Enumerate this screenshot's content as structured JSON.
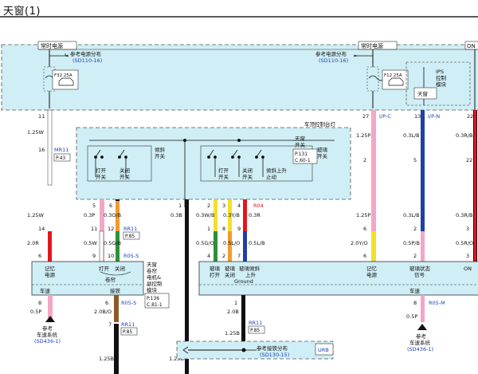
{
  "title": "天窗(1)",
  "colors": {
    "zone_fill": "#cfeef5",
    "pink": "#f4a6c6",
    "brown": "#8b5a2b",
    "orange": "#f39a2e",
    "green": "#2f8f3a",
    "red": "#e0181b",
    "yellow": "#f2e02a",
    "blue": "#1f3fa8",
    "black": "#111111",
    "label_blue": "#1a3fb8",
    "label_red": "#d11111"
  },
  "power": {
    "left": {
      "tag": "常时电源",
      "ref_l1": "参考电源分布",
      "ref_l2": "(SD110-16)",
      "fuse": "F32 25A"
    },
    "mid": {
      "tag": "常时电源",
      "ref_l1": "参考电源分布",
      "ref_l2": "(SD110-16)",
      "fuse": "F12 25A"
    },
    "right": {
      "tag": "ON"
    },
    "ips": {
      "l1": "IPS",
      "l2": "控制",
      "l3": "模块"
    },
    "relay": "天窗"
  },
  "upper": {
    "pins": {
      "w11": "11",
      "w27": "27",
      "w13": "13",
      "w22": "22"
    },
    "codes": {
      "ip_c": "I/P-C",
      "ip_n": "I/P-N"
    },
    "gauges": {
      "g1": "1.25W",
      "g2": "1.25P",
      "g3": "0.3L/B",
      "g4": "0.3R/B"
    },
    "low_pins": {
      "p16": "16",
      "p2": "2",
      "p5": "5",
      "p22": "22"
    },
    "mr11": "MR11",
    "p43": "P.43"
  },
  "lamp": {
    "title": "车顶控制台灯",
    "tilt_l1": "倾斜",
    "tilt_l2": "开关",
    "open_l1": "打开",
    "open_l2": "开关",
    "close_l1": "关闭",
    "close_l2": "开关",
    "sun_l1": "天窗",
    "sun_l2": "开关",
    "sun_p1": "P.131",
    "sun_p2": "C.60-1",
    "glass_l1": "玻璃",
    "glass_l2": "开关",
    "gopen_l1": "打开",
    "gopen_l2": "开关",
    "gclose_l1": "关闭",
    "gclose_l2": "开关",
    "gstop_l1": "倾斜上升",
    "gstop_l2": "止动"
  },
  "mid_wires": {
    "pins_top": {
      "p5": "5",
      "p6": "6",
      "p1": "1",
      "p2": "2",
      "p3": "3",
      "p4": "4"
    },
    "gauges_top": {
      "g1": "0.3P",
      "g2": "0.3O/B",
      "g3": "0.3B",
      "g4": "0.3W/B",
      "g5": "0.3Y/B",
      "g6": "0.3R"
    },
    "r04": "R04",
    "rr11": "RR11",
    "p85": "P.85",
    "pins_a": {
      "p14": "14",
      "p11": "11",
      "p12": "12",
      "p1": "1",
      "p8": "8",
      "p9": "9",
      "p10": "10"
    },
    "gauges_a": {
      "g1": "1.25W",
      "g2": "0.5W",
      "g3": "0.5G/B",
      "g4": "0.5G/O",
      "g5": "0.5L/O",
      "g6": "0.5L/B",
      "g7": "1.25P",
      "g8": "0.3L/B",
      "g9": "0.3R/B"
    },
    "g20r": "2.0R",
    "pins_b": {
      "p6": "6",
      "p9": "9",
      "p10": "10",
      "p4": "4",
      "p2": "2",
      "p7": "7",
      "p3": "3",
      "p6b": "6"
    },
    "r05s": "R05-S",
    "right": {
      "p6": "6",
      "p2": "2",
      "p3": "3",
      "g1": "2.0Y/O",
      "g2": "0.5P/B",
      "g3": "0.5R/O",
      "p6b": "6",
      "p2b": "2",
      "p3b": "3"
    }
  },
  "module": {
    "mem_l1": "记忆",
    "mem_l2": "电源",
    "open": "打开",
    "close": "关闭",
    "spring": "卷帘",
    "speed": "车速",
    "gnd": "接铁",
    "desc_l1": "天窗",
    "desc_l2": "卷帘",
    "desc_l3": "电机&",
    "desc_l4": "副控制",
    "desc_l5": "模块",
    "desc_p1": "P.136",
    "desc_p2": "C.81-1"
  },
  "module2": {
    "go_l1": "玻璃",
    "go_l2": "打开",
    "gc_l1": "玻璃",
    "gc_l2": "关闭",
    "gt_l1": "玻璃倾斜",
    "gt_l2": "上升",
    "mem_l1": "记忆",
    "mem_l2": "电源",
    "st_l1": "玻璃状态",
    "st_l2": "信号",
    "ground": "Ground",
    "speed": "车速",
    "on": "ON"
  },
  "bottom": {
    "p8": "8",
    "p6": "6",
    "p7": "7",
    "p1": "1",
    "p8r": "8",
    "g05p": "0.5P",
    "g20bo": "2.0B/O",
    "g20b": "2.0B",
    "g125b": "1.25B",
    "g125b2": "1.25B",
    "g125b3": "1.25B",
    "g05p2": "0.5P",
    "r05s": "R05-S",
    "r05m": "R05-M",
    "rr11": "RR11",
    "p85": "P.85",
    "rr11b": "RR11",
    "p85b": "P.85",
    "ref1_l1": "参考",
    "ref1_l2": "车速系统",
    "ref1_l3": "(SD436-1)",
    "ref2_l1": "参考",
    "ref2_l2": "车速系统",
    "ref2_l3": "(SD436-1)",
    "gnd_l1": "参考接铁分布",
    "gnd_l2": "(SD130-15)",
    "urb": "URB"
  }
}
